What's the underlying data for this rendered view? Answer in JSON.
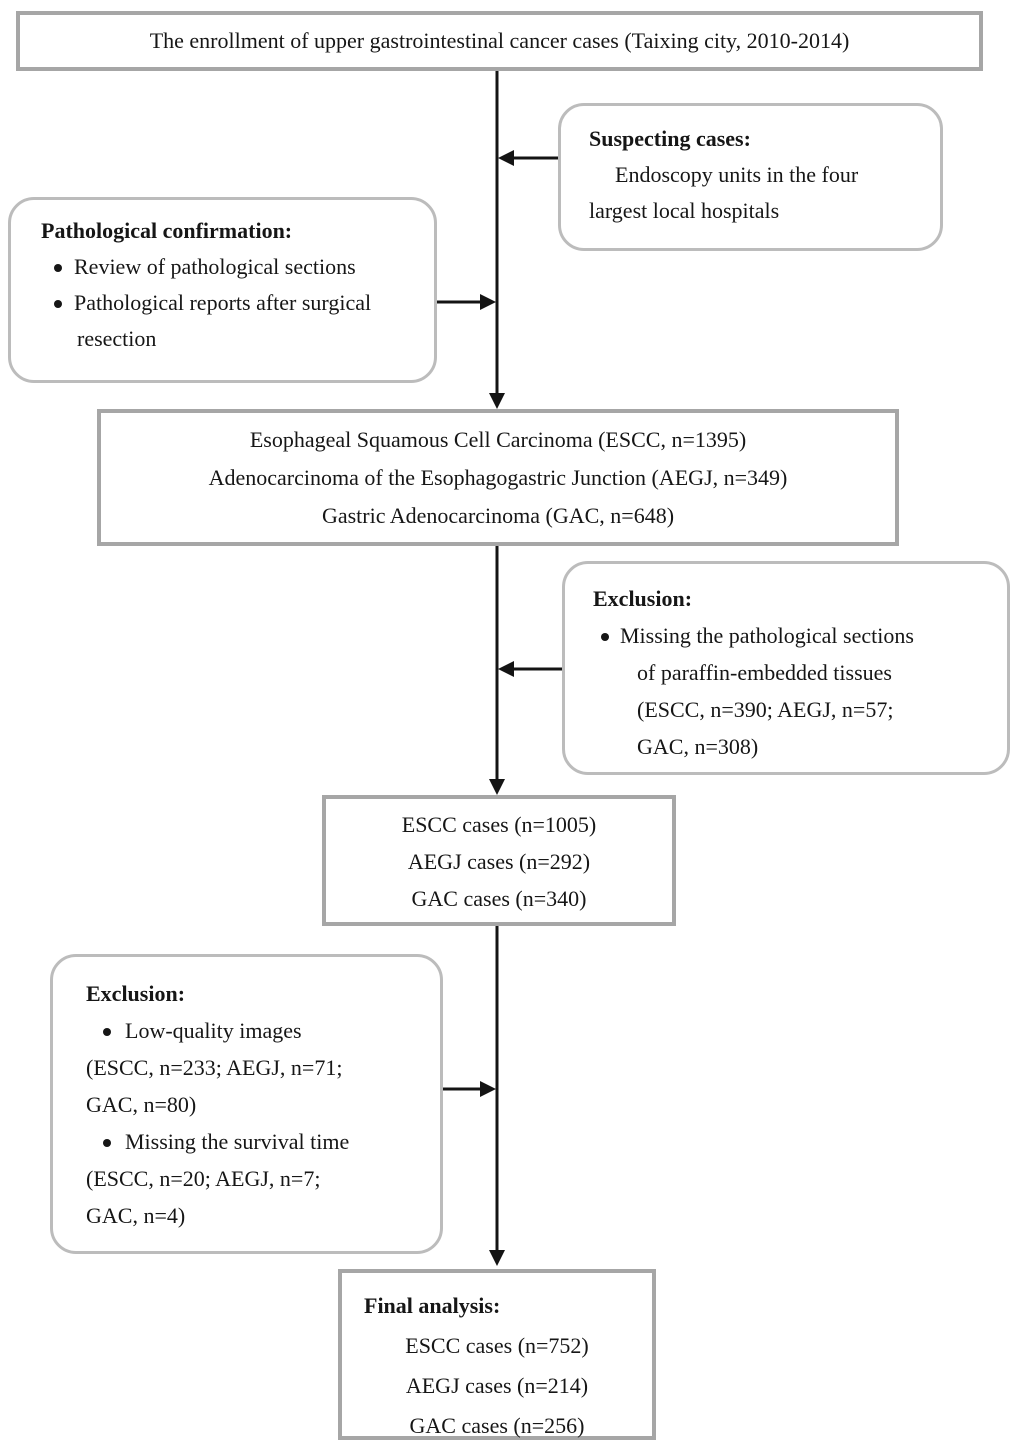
{
  "figure": {
    "background": "#ffffff",
    "connector_color": "#141414",
    "rect_border_color": "#a6a6a6",
    "rounded_border_color": "#bcbcbc",
    "text_color": "#161616"
  },
  "boxes": {
    "enrollment": {
      "text": "The enrollment of upper gastrointestinal cancer cases (Taixing city, 2010-2014)"
    },
    "suspecting": {
      "title": "Suspecting cases:",
      "lines": [
        "Endoscopy units in the four",
        "largest local hospitals"
      ]
    },
    "pathological": {
      "title": "Pathological confirmation:",
      "bullets": [
        {
          "lines": [
            "Review of pathological sections"
          ]
        },
        {
          "lines": [
            "Pathological reports after surgical",
            "resection"
          ]
        }
      ]
    },
    "diagnoses": {
      "lines": [
        "Esophageal Squamous Cell Carcinoma (ESCC, n=1395)",
        "Adenocarcinoma of the Esophagogastric Junction (AEGJ, n=349)",
        "Gastric Adenocarcinoma (GAC, n=648)"
      ]
    },
    "exclusion1": {
      "title": "Exclusion:",
      "bullets": [
        {
          "lines": [
            "Missing the pathological sections",
            "of paraffin-embedded tissues",
            "(ESCC, n=390; AEGJ, n=57;",
            "GAC, n=308)"
          ]
        }
      ]
    },
    "interim_cases": {
      "lines": [
        "ESCC cases (n=1005)",
        "AEGJ cases (n=292)",
        "GAC cases (n=340)"
      ]
    },
    "exclusion2": {
      "title": "Exclusion:",
      "bullets": [
        {
          "lines": [
            "Low-quality images",
            "(ESCC, n=233; AEGJ, n=71;",
            "GAC, n=80)"
          ]
        },
        {
          "lines": [
            "Missing the survival time",
            "(ESCC, n=20; AEGJ, n=7;",
            "GAC, n=4)"
          ]
        }
      ]
    },
    "final": {
      "title": "Final analysis:",
      "lines": [
        "ESCC cases (n=752)",
        "AEGJ cases (n=214)",
        "GAC cases (n=256)"
      ]
    }
  }
}
